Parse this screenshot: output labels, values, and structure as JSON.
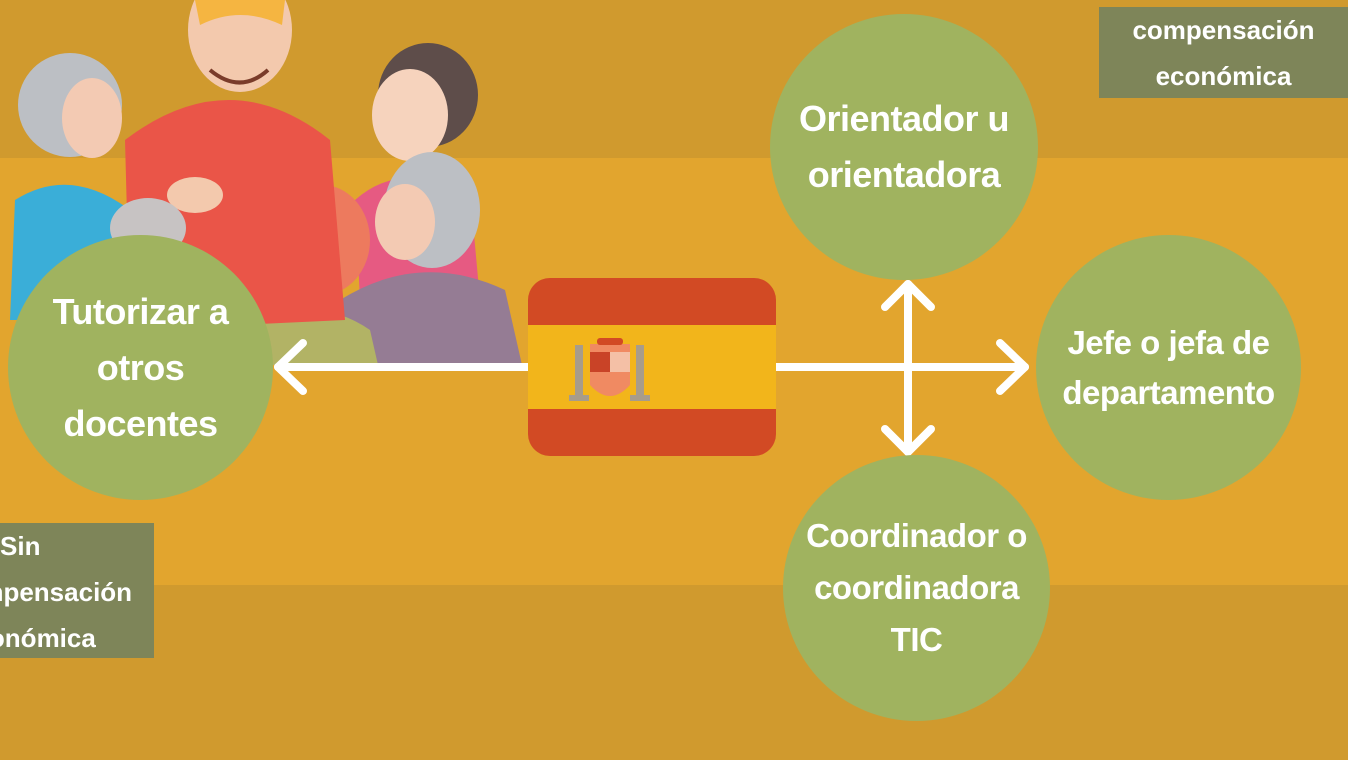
{
  "colors": {
    "background_dark": "#d09a2e",
    "background_light": "#e2a52e",
    "circle_green": "#a0b35f",
    "tag_olive": "#7e8559",
    "flag_red": "#d24a24",
    "flag_yellow": "#f2b51b",
    "arrow_white": "#ffffff"
  },
  "labels": {
    "top_tag": [
      "compensación",
      "económica"
    ],
    "bottom_tag": [
      "Sin",
      "compensación",
      "económica"
    ]
  },
  "nodes": {
    "tutorizar": [
      "Tutorizar a",
      "otros",
      "docentes"
    ],
    "orientador": [
      "Orientador u",
      "orientadora"
    ],
    "jefe": [
      "Jefe o jefa de",
      "departamento"
    ],
    "coordinador": [
      "Coordinador o",
      "coordinadora",
      "TIC"
    ]
  },
  "icons": {
    "center": "spain-flag-icon",
    "illustration": "group-of-people-illustration"
  }
}
